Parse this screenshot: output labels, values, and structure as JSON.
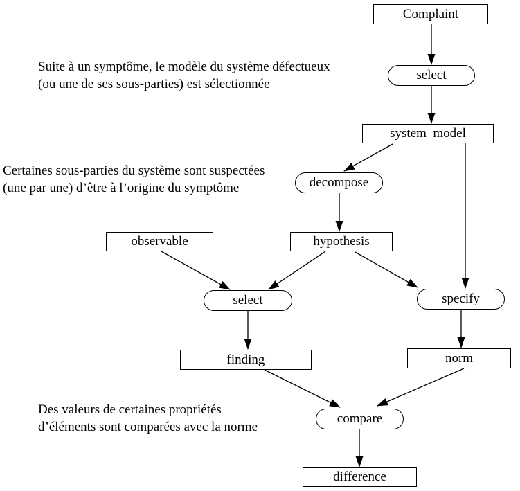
{
  "diagram": {
    "background_color": "#ffffff",
    "stroke_color": "#000000",
    "nodes": [
      {
        "id": "complaint",
        "shape": "rect",
        "label": "Complaint"
      },
      {
        "id": "select1",
        "shape": "stadium",
        "label": "select"
      },
      {
        "id": "systemmodel",
        "shape": "rect",
        "label": "system  model"
      },
      {
        "id": "decompose",
        "shape": "stadium",
        "label": "decompose"
      },
      {
        "id": "hypothesis",
        "shape": "rect",
        "label": "hypothesis"
      },
      {
        "id": "observable",
        "shape": "rect",
        "label": "observable"
      },
      {
        "id": "select2",
        "shape": "stadium",
        "label": "select"
      },
      {
        "id": "specify",
        "shape": "stadium",
        "label": "specify"
      },
      {
        "id": "finding",
        "shape": "rect",
        "label": "finding"
      },
      {
        "id": "norm",
        "shape": "rect",
        "label": "norm"
      },
      {
        "id": "compare",
        "shape": "stadium",
        "label": "compare"
      },
      {
        "id": "difference",
        "shape": "rect",
        "label": "difference"
      }
    ],
    "edges": [
      {
        "from": "complaint",
        "to": "select1"
      },
      {
        "from": "select1",
        "to": "systemmodel"
      },
      {
        "from": "systemmodel",
        "to": "decompose"
      },
      {
        "from": "decompose",
        "to": "hypothesis"
      },
      {
        "from": "hypothesis",
        "to": "select2"
      },
      {
        "from": "observable",
        "to": "select2"
      },
      {
        "from": "hypothesis",
        "to": "specify"
      },
      {
        "from": "systemmodel",
        "to": "specify"
      },
      {
        "from": "select2",
        "to": "finding"
      },
      {
        "from": "specify",
        "to": "norm"
      },
      {
        "from": "finding",
        "to": "compare"
      },
      {
        "from": "norm",
        "to": "compare"
      },
      {
        "from": "compare",
        "to": "difference"
      }
    ],
    "annotations": [
      {
        "line1": "Suite à un symptôme, le modèle du système défectueux",
        "line2": "(ou une de ses sous-parties) est sélectionnée"
      },
      {
        "line1": "Certaines sous-parties du système sont suspectées",
        "line2": "(une par une) d’être à l’origine du symptôme"
      },
      {
        "line1": "Des valeurs de certaines propriétés",
        "line2": "d’éléments sont comparées avec la norme"
      }
    ]
  }
}
